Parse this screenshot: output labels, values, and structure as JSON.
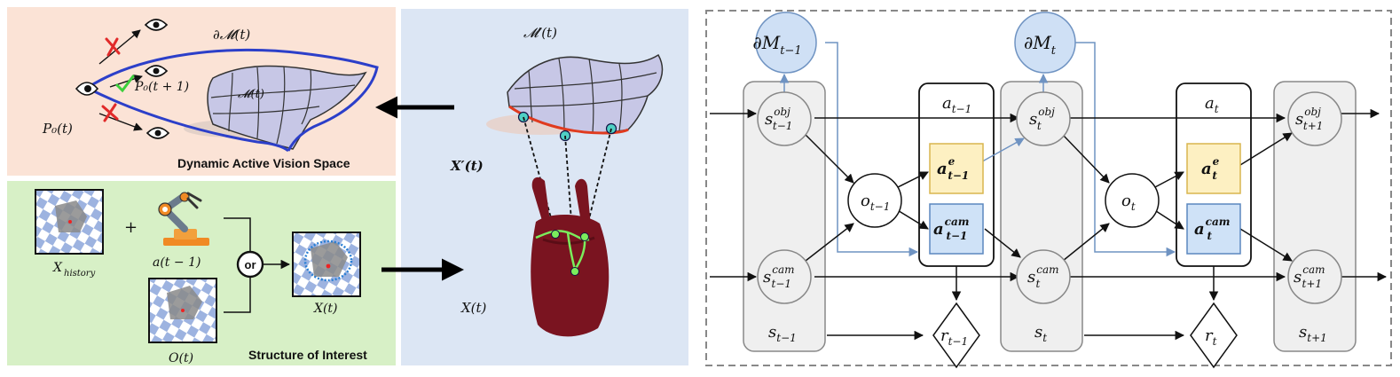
{
  "panels": {
    "top_left": {
      "caption": "Dynamic Active Vision Space",
      "bg": "#fbe3d6"
    },
    "bottom_left": {
      "caption": "Structure of Interest",
      "bg": "#d7f0c6"
    },
    "middle": {
      "bg": "#dce6f4"
    },
    "right": {
      "border_color": "#888888"
    }
  },
  "labels": {
    "boundary": "∂𝓜(t)",
    "manifold": "𝓜(t)",
    "manifold_prime": "𝓜′(t)",
    "p0t": "P₀(t)",
    "p0t1": "P₀(t + 1)",
    "x_history": "X",
    "x_history_sub": "history",
    "a_prev": "a(t − 1)",
    "obs": "O(t)",
    "xt_small": "X(t)",
    "or": "or",
    "plus": "+",
    "x_prime": "X′(t)",
    "xt": "X(t)"
  },
  "graph": {
    "boundary_nodes": [
      {
        "base": "∂M",
        "sub": "t−1",
        "sup": ""
      },
      {
        "base": "∂M",
        "sub": "t",
        "sup": ""
      }
    ],
    "state_columns": [
      {
        "label": "s",
        "sub": "t−1"
      },
      {
        "label": "s",
        "sub": "t"
      },
      {
        "label": "s",
        "sub": "t+1"
      }
    ],
    "obj_nodes": [
      {
        "base": "s",
        "sub": "t−1",
        "sup": "obj"
      },
      {
        "base": "s",
        "sub": "t",
        "sup": "obj"
      },
      {
        "base": "s",
        "sub": "t+1",
        "sup": "obj"
      }
    ],
    "cam_nodes": [
      {
        "base": "s",
        "sub": "t−1",
        "sup": "cam"
      },
      {
        "base": "s",
        "sub": "t",
        "sup": "cam"
      },
      {
        "base": "s",
        "sub": "t+1",
        "sup": "cam"
      }
    ],
    "obs_nodes": [
      {
        "base": "o",
        "sub": "t−1",
        "sup": ""
      },
      {
        "base": "o",
        "sub": "t",
        "sup": ""
      }
    ],
    "action_boxes": [
      {
        "base": "a",
        "sub": "t−1",
        "sup": ""
      },
      {
        "base": "a",
        "sub": "t",
        "sup": ""
      }
    ],
    "action_e": [
      {
        "base": "a",
        "sub": "t−1",
        "sup": "e"
      },
      {
        "base": "a",
        "sub": "t",
        "sup": "e"
      }
    ],
    "action_cam": [
      {
        "base": "a",
        "sub": "t−1",
        "sup": "cam"
      },
      {
        "base": "a",
        "sub": "t",
        "sup": "cam"
      }
    ],
    "rewards": [
      {
        "base": "r",
        "sub": "t−1",
        "sup": ""
      },
      {
        "base": "r",
        "sub": "t",
        "sup": ""
      }
    ]
  },
  "colors": {
    "boundary_fill": "#cfe0f5",
    "boundary_stroke": "#6f93c2",
    "column_fill": "#efefef",
    "column_stroke": "#888888",
    "e_fill": "#fdf0c2",
    "e_stroke": "#d9b54f",
    "cam_fill": "#cfe2f7",
    "cam_stroke": "#5b87bf",
    "blue_arrow": "#6f93c2",
    "curve": "#2c3fc9",
    "red_curve": "#e03b1f",
    "dot": "#4fd0c4",
    "green_dot": "#7bed5c",
    "bag": "#7a1420"
  }
}
